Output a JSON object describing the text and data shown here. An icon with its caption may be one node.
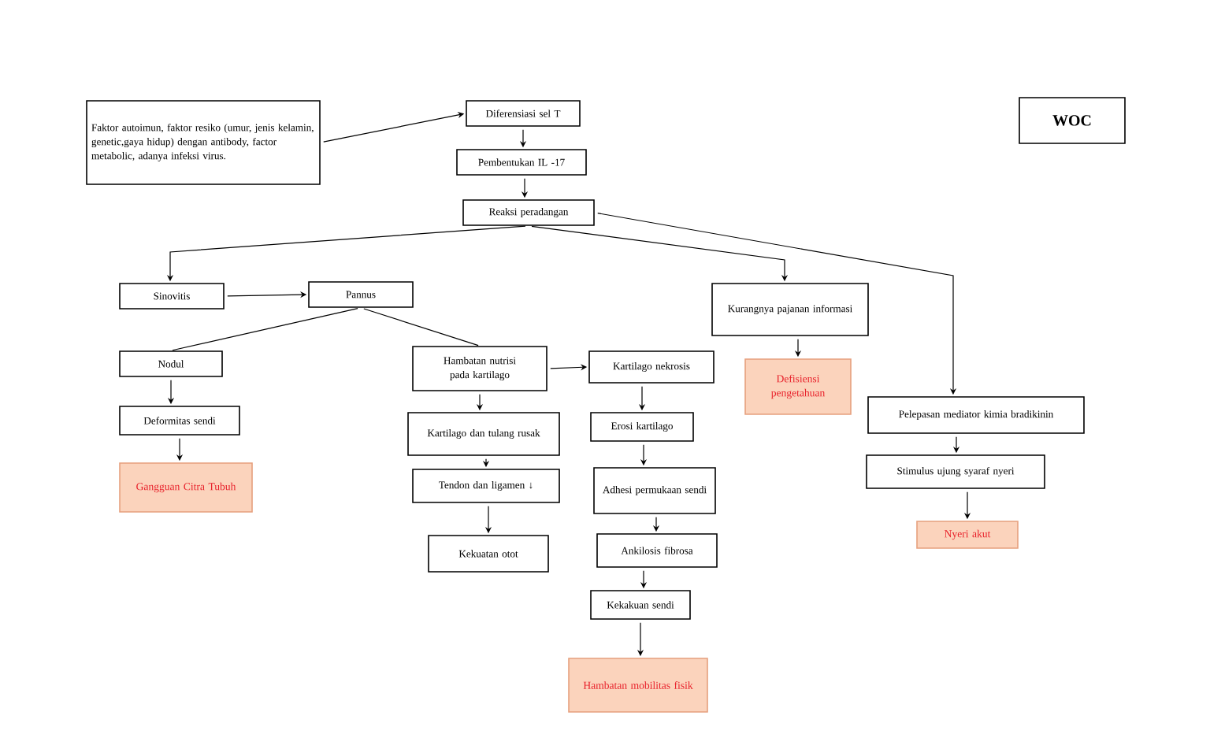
{
  "diagram": {
    "nodes": [
      {
        "text": [
          "Faktor autoimun, faktor resiko (umur, jenis kelamin, genetic,gaya hidup) dengan antibody, factor metabolic, adanya infeksi virus."
        ]
      },
      {
        "text": [
          "Diferensiasi sel T"
        ]
      },
      {
        "text": [
          "Pembentukan IL -17"
        ]
      },
      {
        "text": [
          "Reaksi peradangan"
        ]
      },
      {
        "text": [
          "Sinovitis"
        ]
      },
      {
        "text": [
          "Pannus"
        ]
      },
      {
        "text": [
          "Kurangnya pajanan informasi"
        ]
      },
      {
        "text": [
          "Nodul"
        ]
      },
      {
        "text": [
          "Hambatan nutrisi pada kartilago"
        ]
      },
      {
        "text": [
          "Kartilago nekrosis"
        ]
      },
      {
        "text": [
          "Deformitas sendi"
        ]
      },
      {
        "text": [
          "Defisiensi pengetahuan"
        ]
      },
      {
        "text": [
          "Pelepasan mediator kimia bradikinin"
        ]
      },
      {
        "text": [
          "Kartilago dan tulang rusak"
        ]
      },
      {
        "text": [
          "Erosi kartilago"
        ]
      },
      {
        "text": [
          "Stimulus ujung syaraf  nyeri"
        ]
      },
      {
        "text": [
          "Gangguan Citra Tubuh"
        ]
      },
      {
        "text": [
          "Tendon dan ligamen ↓"
        ]
      },
      {
        "text": [
          "Adhesi permukaan sendi"
        ]
      },
      {
        "text": [
          "Nyeri akut"
        ]
      },
      {
        "text": [
          "Kekuatan otot"
        ]
      },
      {
        "text": [
          "Ankilosis fibrosa"
        ]
      },
      {
        "text": [
          "Kekakuan sendi"
        ]
      },
      {
        "text": [
          "Hambatan mobilitas fisik"
        ]
      },
      {
        "text": [
          "WOC"
        ]
      }
    ],
    "edges": [
      {
        "from": 0,
        "to": 1,
        "arrow": "to"
      },
      {
        "from": 1,
        "to": 2,
        "arrow": "to"
      },
      {
        "from": 2,
        "to": 3,
        "arrow": "to"
      },
      {
        "from": 3,
        "to": 4,
        "arrow": "to"
      },
      {
        "from": 3,
        "to": 6,
        "arrow": "to"
      },
      {
        "from": 3,
        "to": 12,
        "arrow": "to"
      },
      {
        "from": 4,
        "to": 5,
        "arrow": "to"
      },
      {
        "from": 5,
        "to": 7,
        "arrow": "none"
      },
      {
        "from": 5,
        "to": 8,
        "arrow": "none"
      },
      {
        "from": 7,
        "to": 10,
        "arrow": "to"
      },
      {
        "from": 10,
        "to": 16,
        "arrow": "to"
      },
      {
        "from": 8,
        "to": 13,
        "arrow": "to"
      },
      {
        "from": 8,
        "to": 9,
        "arrow": "to"
      },
      {
        "from": 13,
        "to": 17,
        "arrow": "to"
      },
      {
        "from": 17,
        "to": 20,
        "arrow": "to"
      },
      {
        "from": 9,
        "to": 14,
        "arrow": "to"
      },
      {
        "from": 14,
        "to": 18,
        "arrow": "to"
      },
      {
        "from": 18,
        "to": 21,
        "arrow": "to"
      },
      {
        "from": 21,
        "to": 22,
        "arrow": "to"
      },
      {
        "from": 22,
        "to": 23,
        "arrow": "to"
      },
      {
        "from": 6,
        "to": 11,
        "arrow": "to"
      },
      {
        "from": 12,
        "to": 15,
        "arrow": "to"
      },
      {
        "from": 15,
        "to": 19,
        "arrow": "to"
      }
    ]
  }
}
